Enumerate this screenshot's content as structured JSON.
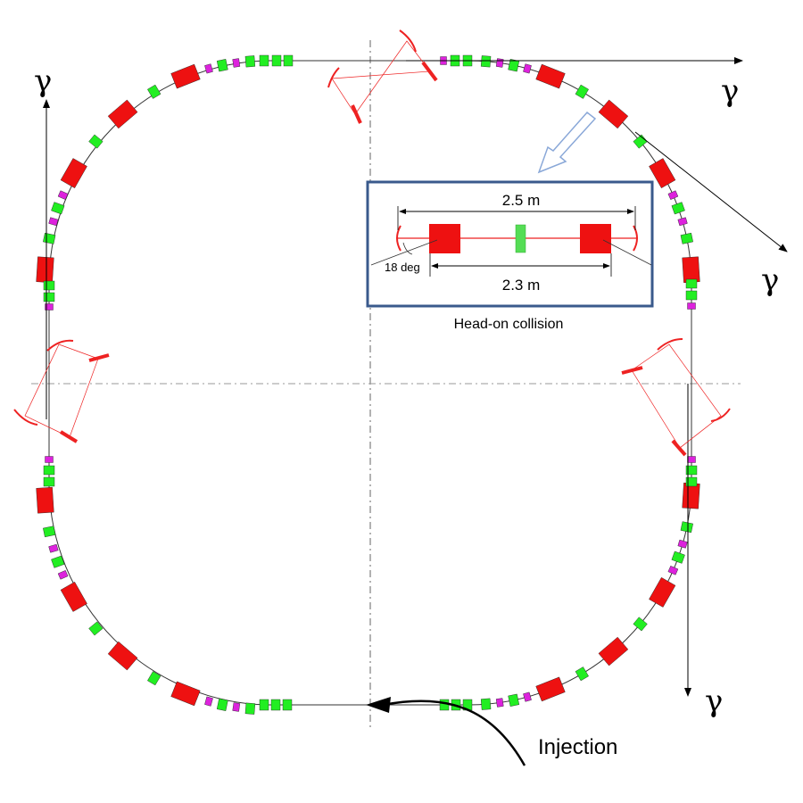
{
  "labels": {
    "gamma": "γ",
    "inset_length_outer": "2.5 m",
    "inset_length_inner": "2.3 m",
    "inset_angle": "18 deg",
    "inset_caption": "Head-on collision",
    "injection": "Injection"
  },
  "colors": {
    "dipole": "#ee1111",
    "quadrupole": "#22ee22",
    "sextupole": "#dd22dd",
    "laser_cavity": "#ee2222",
    "inset_frame": "#3a5a8c",
    "beamline": "#000000",
    "centerline": "#666666",
    "pointer_arrow": "#8aa8d8"
  }
}
